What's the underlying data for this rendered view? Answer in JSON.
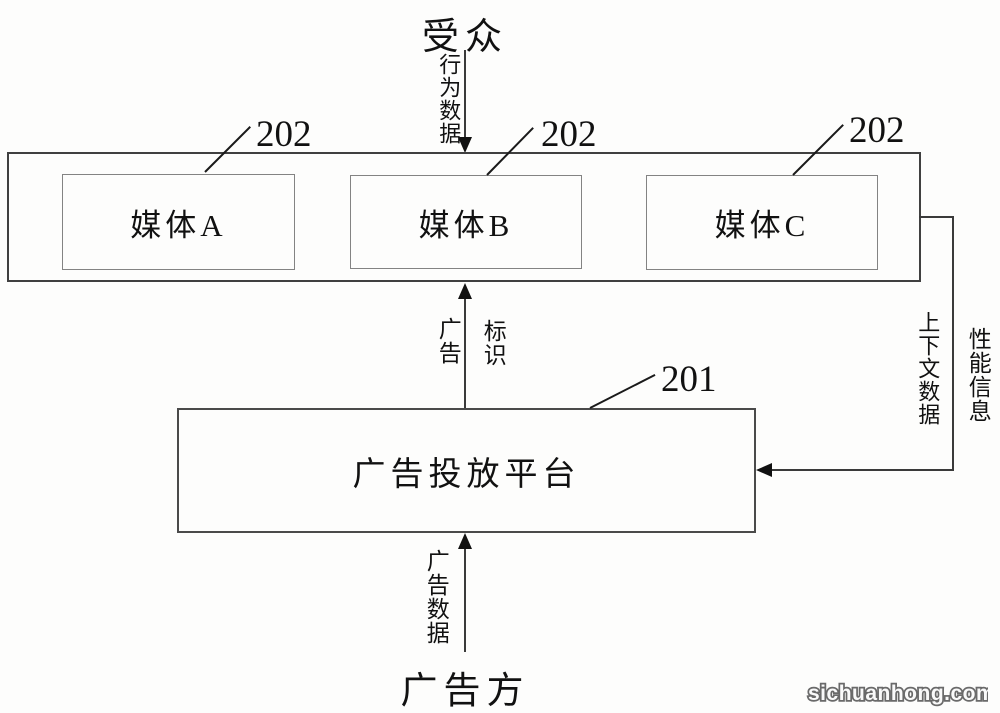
{
  "figure": {
    "audience": "受众",
    "advertiser": "广告方",
    "platform": "广告投放平台",
    "media": [
      "媒体A",
      "媒体B",
      "媒体C"
    ],
    "flows": {
      "behavior_data": "行为数据",
      "ad": "广告",
      "identifier": "标识",
      "context_data": "上下文数据",
      "performance_info": "性能信息",
      "ad_data": "广告数据"
    },
    "refs": {
      "media_ref": "202",
      "platform_ref": "201"
    }
  },
  "watermark": "sichuanhong.com",
  "colors": {
    "background": "#fdfdfc",
    "line": "#3a3a3a",
    "arrowhead": "#111111",
    "outer_border": "#404040",
    "media_border": "#838383",
    "text": "#111111",
    "watermark_fill": "#fafafa",
    "watermark_outline": "#6a6a6a"
  }
}
